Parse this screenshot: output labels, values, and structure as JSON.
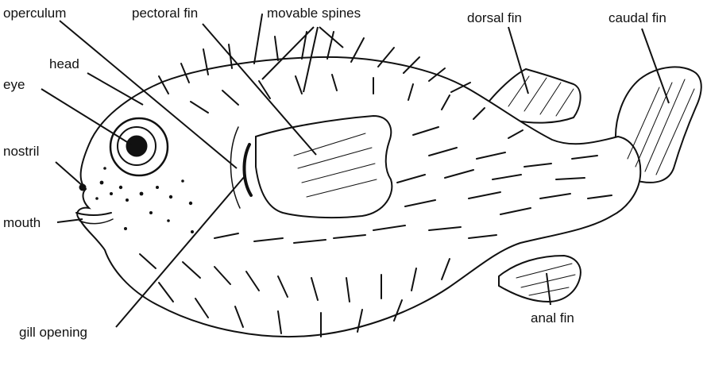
{
  "diagram": {
    "labels": {
      "operculum": "operculum",
      "pectoral_fin": "pectoral fin",
      "movable_spines": "movable spines",
      "dorsal_fin": "dorsal fin",
      "caudal_fin": "caudal fin",
      "head": "head",
      "eye": "eye",
      "nostril": "nostril",
      "mouth": "mouth",
      "gill_opening": "gill opening",
      "anal_fin": "anal fin"
    }
  }
}
